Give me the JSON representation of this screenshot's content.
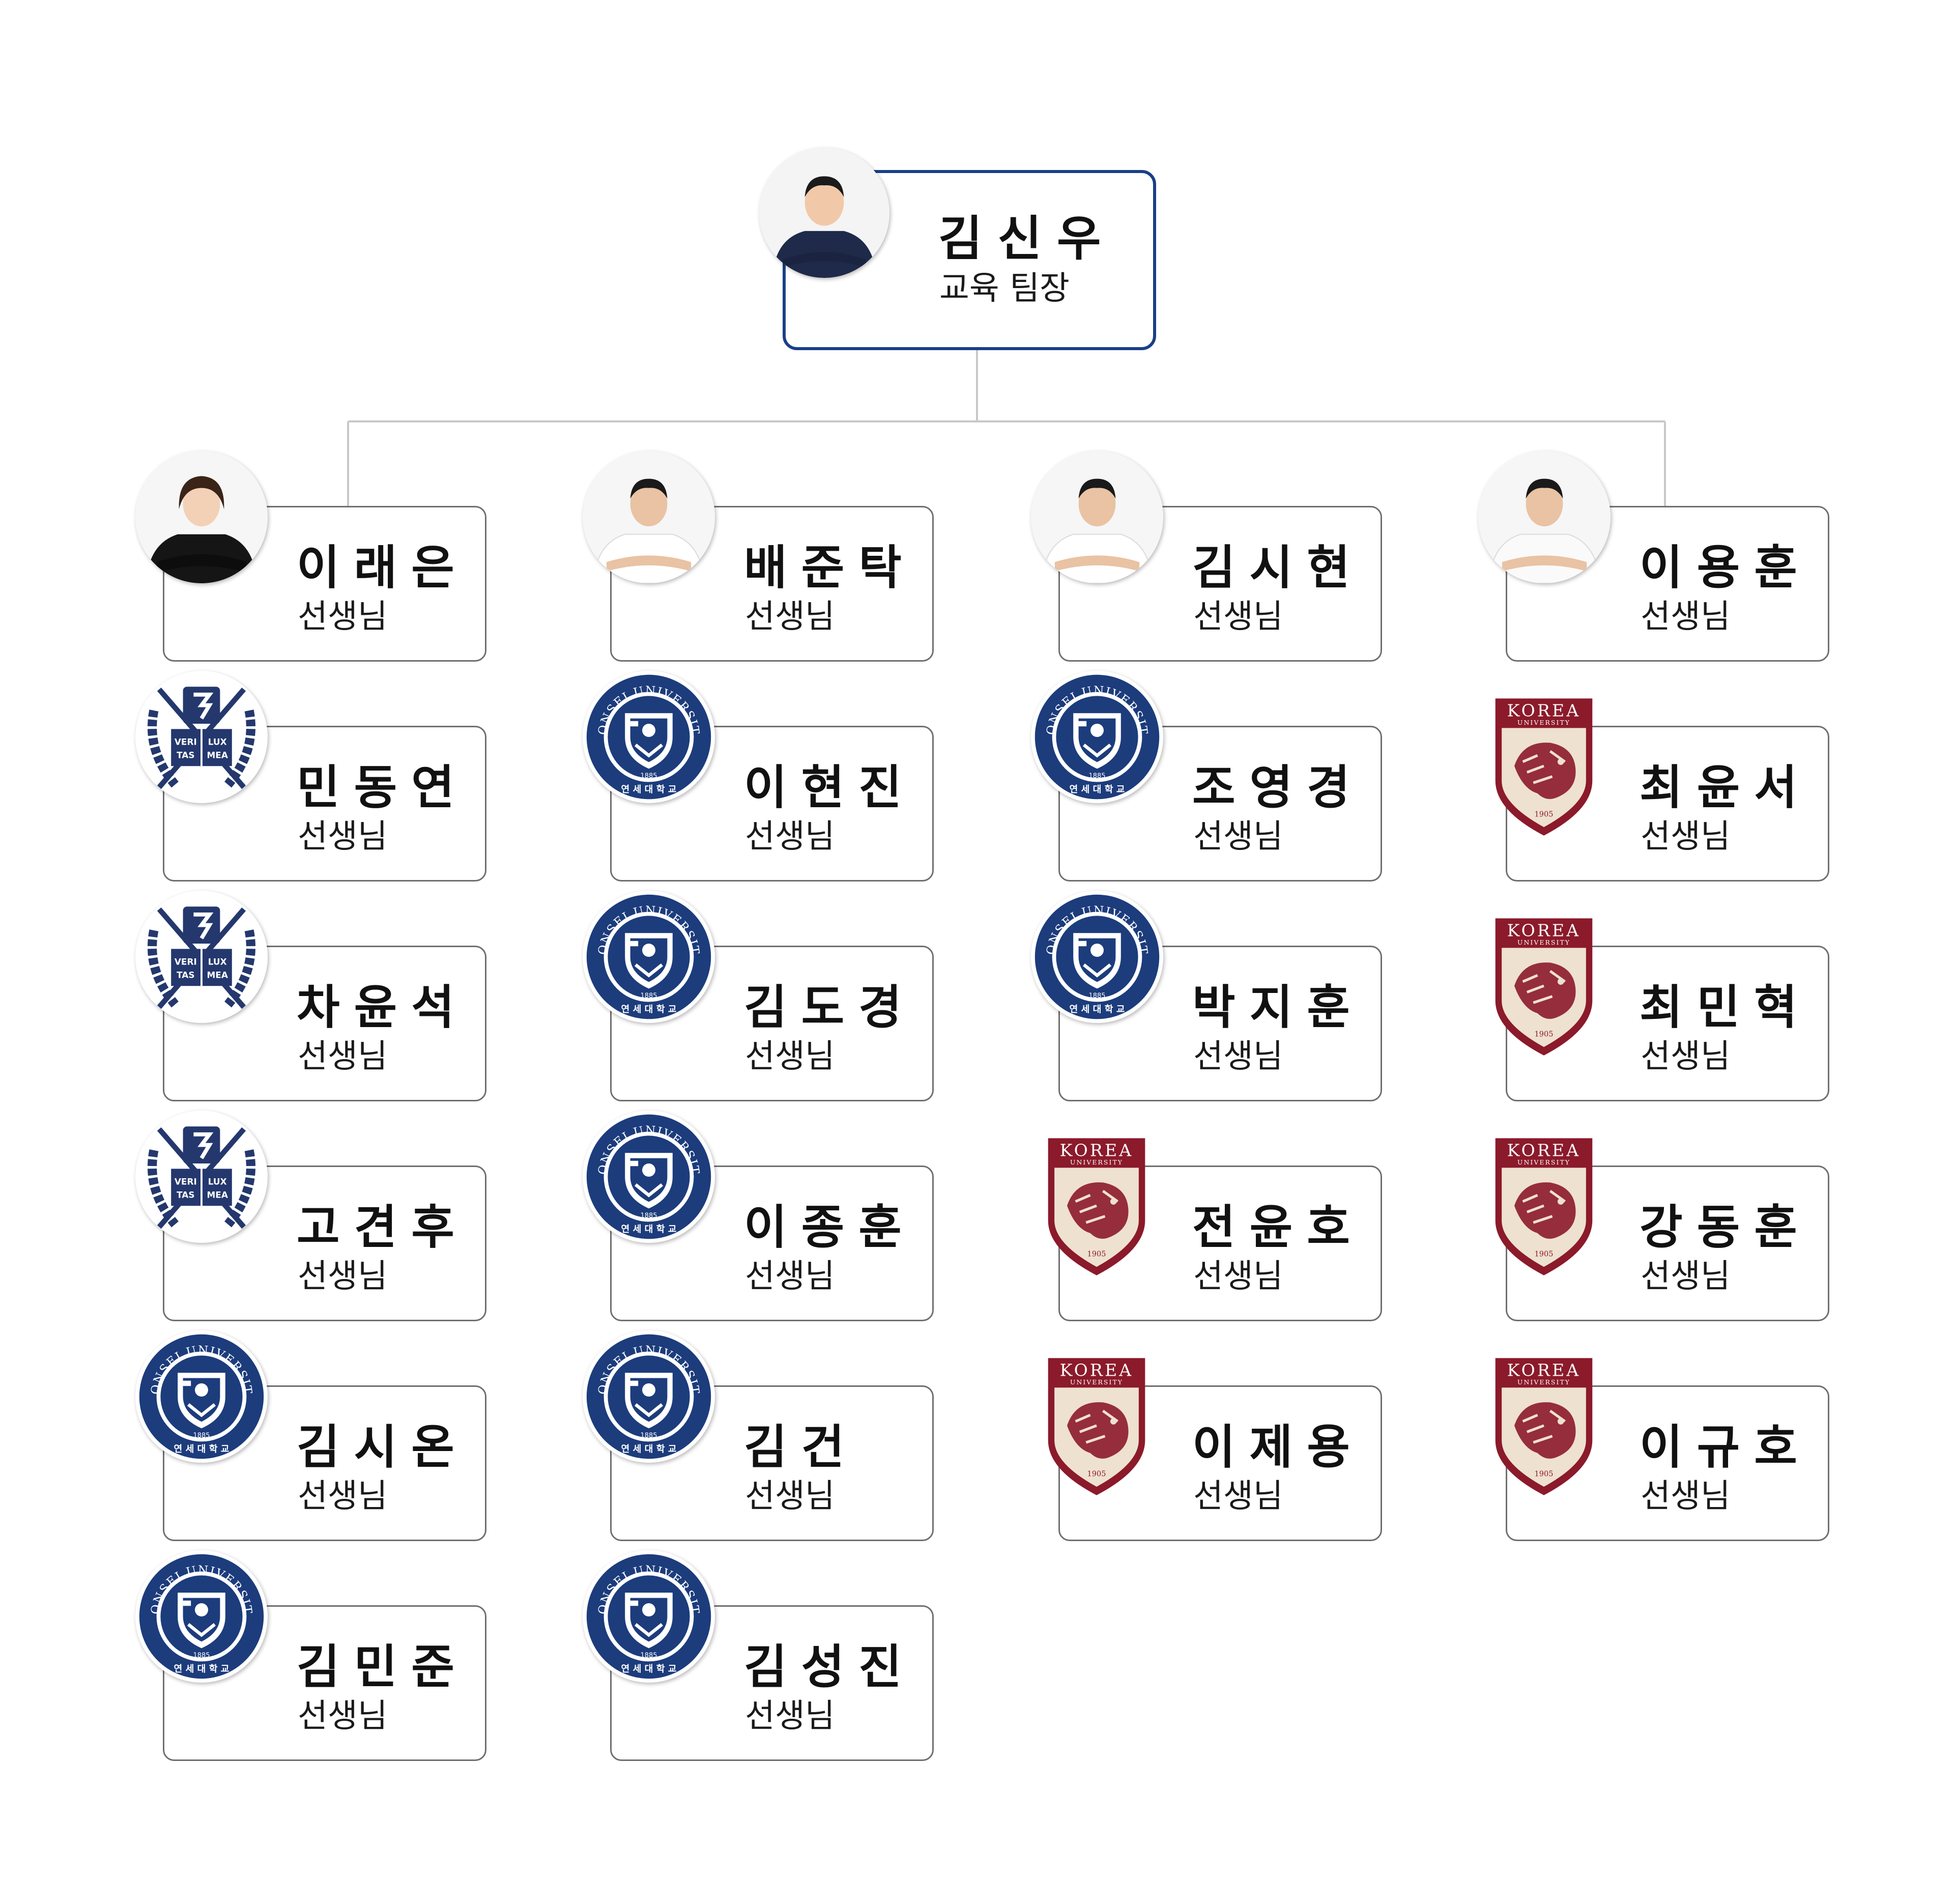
{
  "lead": {
    "name": "김신우",
    "role": "교육 팀장"
  },
  "columns": [
    [
      {
        "name": "이래은",
        "role": "선생님",
        "avatar": "photo-female-black-polo"
      },
      {
        "name": "민동연",
        "role": "선생님",
        "avatar": "snu-emblem"
      },
      {
        "name": "차윤석",
        "role": "선생님",
        "avatar": "snu-emblem"
      },
      {
        "name": "고견후",
        "role": "선생님",
        "avatar": "snu-emblem"
      },
      {
        "name": "김시온",
        "role": "선생님",
        "avatar": "yonsei-emblem"
      },
      {
        "name": "김민준",
        "role": "선생님",
        "avatar": "yonsei-emblem"
      }
    ],
    [
      {
        "name": "배준탁",
        "role": "선생님",
        "avatar": "photo-male-white-tee"
      },
      {
        "name": "이현진",
        "role": "선생님",
        "avatar": "yonsei-emblem"
      },
      {
        "name": "김도경",
        "role": "선생님",
        "avatar": "yonsei-emblem"
      },
      {
        "name": "이종훈",
        "role": "선생님",
        "avatar": "yonsei-emblem"
      },
      {
        "name": "김건",
        "role": "선생님",
        "avatar": "yonsei-emblem"
      },
      {
        "name": "김성진",
        "role": "선생님",
        "avatar": "yonsei-emblem"
      }
    ],
    [
      {
        "name": "김시현",
        "role": "선생님",
        "avatar": "photo-male-white-tee"
      },
      {
        "name": "조영경",
        "role": "선생님",
        "avatar": "yonsei-emblem"
      },
      {
        "name": "박지훈",
        "role": "선생님",
        "avatar": "yonsei-emblem"
      },
      {
        "name": "전윤호",
        "role": "선생님",
        "avatar": "korea-univ-emblem"
      },
      {
        "name": "이제용",
        "role": "선생님",
        "avatar": "korea-univ-emblem"
      }
    ],
    [
      {
        "name": "이용훈",
        "role": "선생님",
        "avatar": "photo-male-white-polo"
      },
      {
        "name": "최윤서",
        "role": "선생님",
        "avatar": "korea-univ-emblem"
      },
      {
        "name": "최민혁",
        "role": "선생님",
        "avatar": "korea-univ-emblem"
      },
      {
        "name": "강동훈",
        "role": "선생님",
        "avatar": "korea-univ-emblem"
      },
      {
        "name": "이규호",
        "role": "선생님",
        "avatar": "korea-univ-emblem"
      }
    ]
  ],
  "emblem_text": {
    "yonsei": {
      "ring_top": "YONSEI UNIVERSITY",
      "ring_bottom": "연 세 대 학 교",
      "year": "1885"
    },
    "snu": {
      "book_left": "VERI TAS",
      "book_right": "LUX MEA"
    },
    "korea": {
      "banner": "KOREA",
      "sub": "UNIVERSITY",
      "year": "1905"
    }
  },
  "colors": {
    "lead_border": "#1a3f87",
    "card_border": "#6f6f6f",
    "connector": "#c8c8c8",
    "yonsei_navy": "#1c3c7c",
    "snu_navy": "#24386e",
    "korea_crimson": "#8b1a2b",
    "korea_beige": "#efe1cf"
  }
}
